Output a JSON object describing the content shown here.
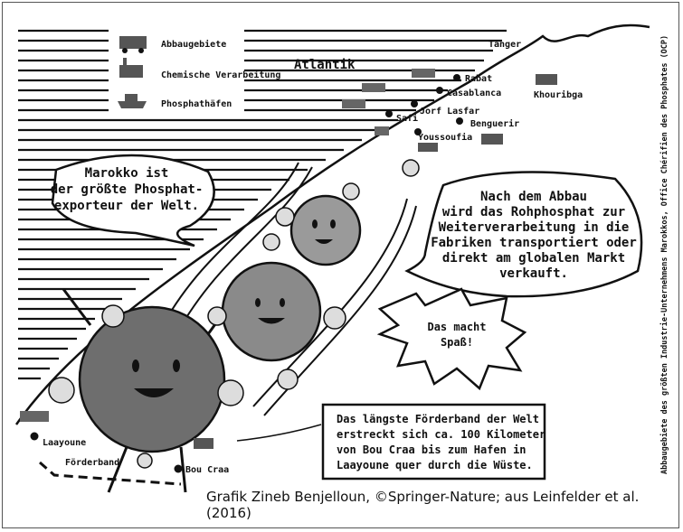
{
  "legend": {
    "mining": "Abbaugebiete",
    "chemical": "Chemische Verarbeitung",
    "ports": "Phosphathäfen"
  },
  "ocean_label": "Atlantik",
  "places": {
    "tanger": "Tanger",
    "rabat": "Rabat",
    "casablanca": "Casablanca",
    "jorf_lasfar": "Jorf Lasfar",
    "safi": "Safi",
    "benguerir": "Benguerir",
    "youssoufia": "Youssoufia",
    "khouribga": "Khouribga",
    "laayoune": "Laayoune",
    "bou_craa": "Bou Craa",
    "conveyor": "Förderband"
  },
  "bubbles": {
    "left": [
      "Marokko ist",
      "der größte Phosphat-",
      "exporteur der Welt."
    ],
    "right": [
      "Nach dem Abbau",
      "wird das Rohphosphat zur",
      "Weiterverarbeitung in die",
      "Fabriken transportiert oder",
      "direkt am globalen Markt",
      "verkauft."
    ],
    "shout": [
      "Das macht",
      "Spaß!"
    ]
  },
  "info_box": [
    "Das längste Förderband der Welt",
    "erstreckt sich ca. 100 Kilometer",
    "von Bou Craa bis zum Hafen in",
    "Laayoune quer durch die Wüste."
  ],
  "side_note": "Abbaugebiete des größten Industrie-Unternehmens Marokkos, Office Chérifien des Phosphates (OCP)",
  "credit": "Grafik Zineb Benjelloun, ©Springer-Nature; aus Leinfelder et al. (2016)"
}
